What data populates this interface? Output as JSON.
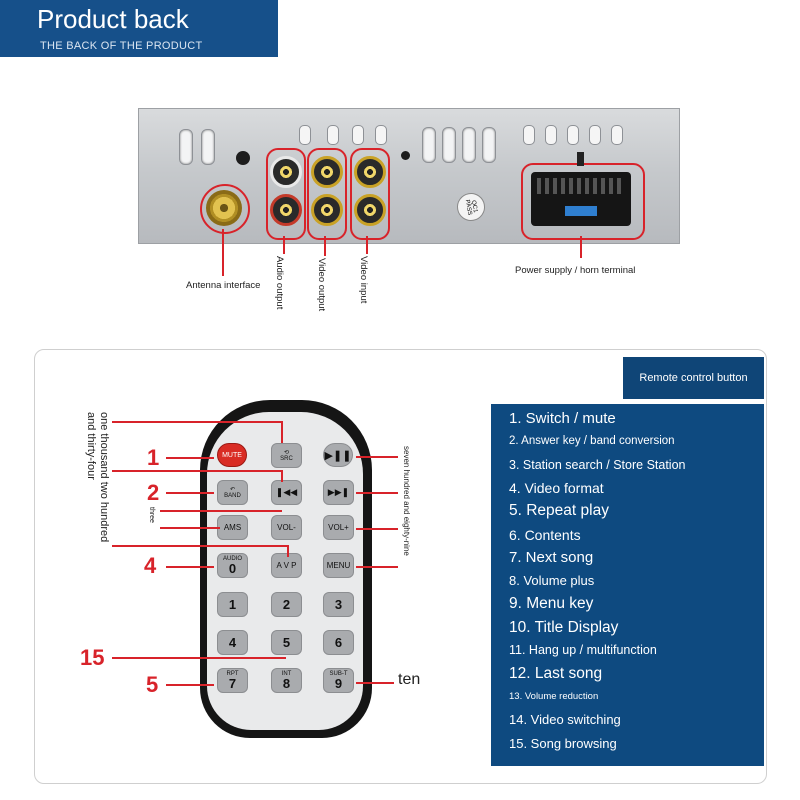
{
  "header": {
    "title": "Product back",
    "subtitle": "THE BACK OF THE PRODUCT"
  },
  "panel": {
    "badge": "QC1 PASS",
    "labels": {
      "antenna": "Antenna interface",
      "audio_output": "Audio output",
      "video_output": "Video output",
      "video_input": "Video input",
      "power": "Power supply / horn terminal"
    }
  },
  "remote_section": {
    "title": "Remote control button",
    "callouts": {
      "c1": "1",
      "c2": "2",
      "c4": "4",
      "c5": "5",
      "c15": "15",
      "c_left_top": "one thousand two hundred and thirty-four",
      "c_three": "three",
      "c_ten": "ten",
      "c_right": "seven hundred and eighty-nine"
    },
    "buttons": {
      "mute": "MUTE",
      "src": "SRC",
      "band": "BAND",
      "ams": "AMS",
      "vol_minus": "VOL-",
      "vol_plus": "VOL+",
      "avp": "A V P",
      "menu": "MENU",
      "audio": "AUDIO",
      "rpt": "RPT",
      "int": "INT",
      "sub_t": "SUB-T",
      "n0": "0",
      "n1": "1",
      "n2": "2",
      "n3": "3",
      "n4": "4",
      "n5": "5",
      "n6": "6",
      "n7": "7",
      "n8": "8",
      "n9": "9"
    },
    "list": [
      "1. Switch / mute",
      "2. Answer key / band conversion",
      "3. Station search / Store Station",
      "4. Video format",
      "5. Repeat play",
      "6. Contents",
      "7. Next song",
      "8. Volume plus",
      "9. Menu key",
      "10. Title Display",
      "11. Hang up / multifunction",
      "12. Last song",
      "13. Volume reduction",
      "14. Video switching",
      "15. Song browsing"
    ]
  },
  "colors": {
    "brand_blue": "#16508a",
    "list_blue": "#0e4a80",
    "callout_red": "#d8232a"
  }
}
